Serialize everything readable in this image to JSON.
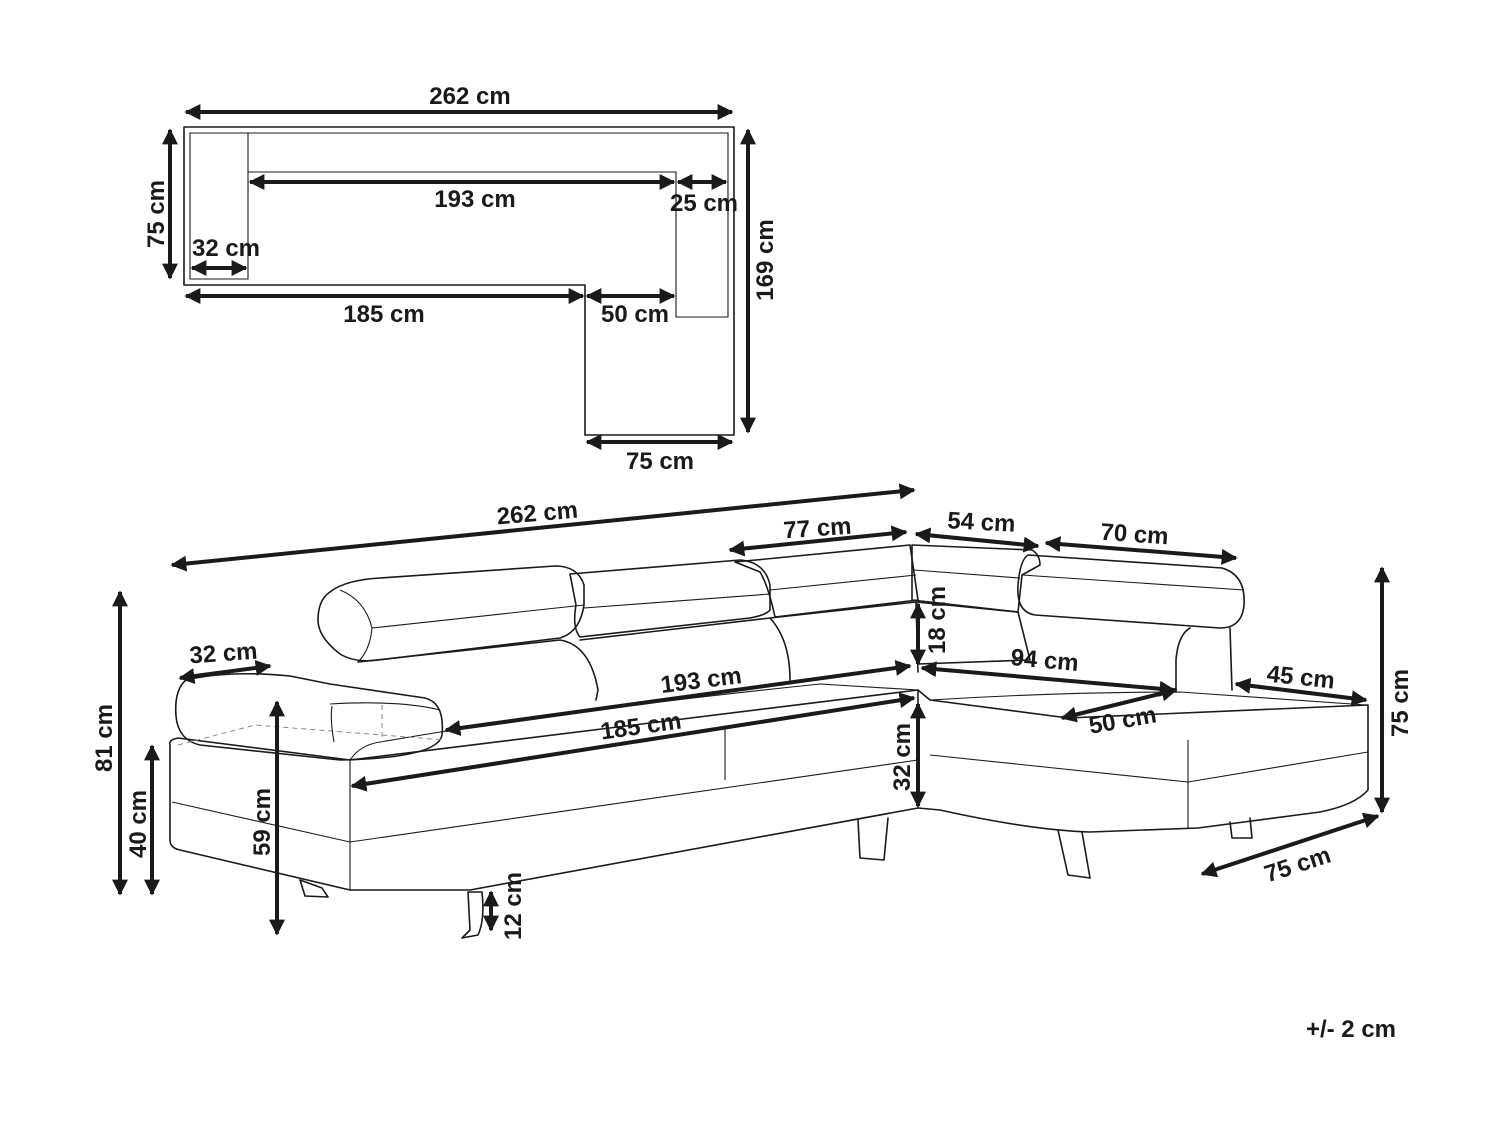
{
  "top_view": {
    "overall_width": "262 cm",
    "seat_length_inner": "193 cm",
    "backrest_end": "25 cm",
    "depth": "75 cm",
    "armrest": "32 cm",
    "total_depth": "169 cm",
    "front_length": "185 cm",
    "chaise_inner": "50 cm",
    "chaise_width": "75 cm"
  },
  "side_view": {
    "overall_width": "262 cm",
    "back_section": "77 cm",
    "corner_section": "54 cm",
    "chaise_back": "70 cm",
    "headrest_height": "18 cm",
    "armrest": "32 cm",
    "seat_length_inner": "193 cm",
    "seat_front": "185 cm",
    "chaise_seat": "94 cm",
    "chaise_inner": "50 cm",
    "chaise_arm": "45 cm",
    "total_height": "81 cm",
    "seat_height": "40 cm",
    "arm_height": "59 cm",
    "leg_height": "12 cm",
    "back_height": "32 cm",
    "chaise_height": "75 cm",
    "chaise_width": "75 cm"
  },
  "tolerance": "+/- 2 cm"
}
